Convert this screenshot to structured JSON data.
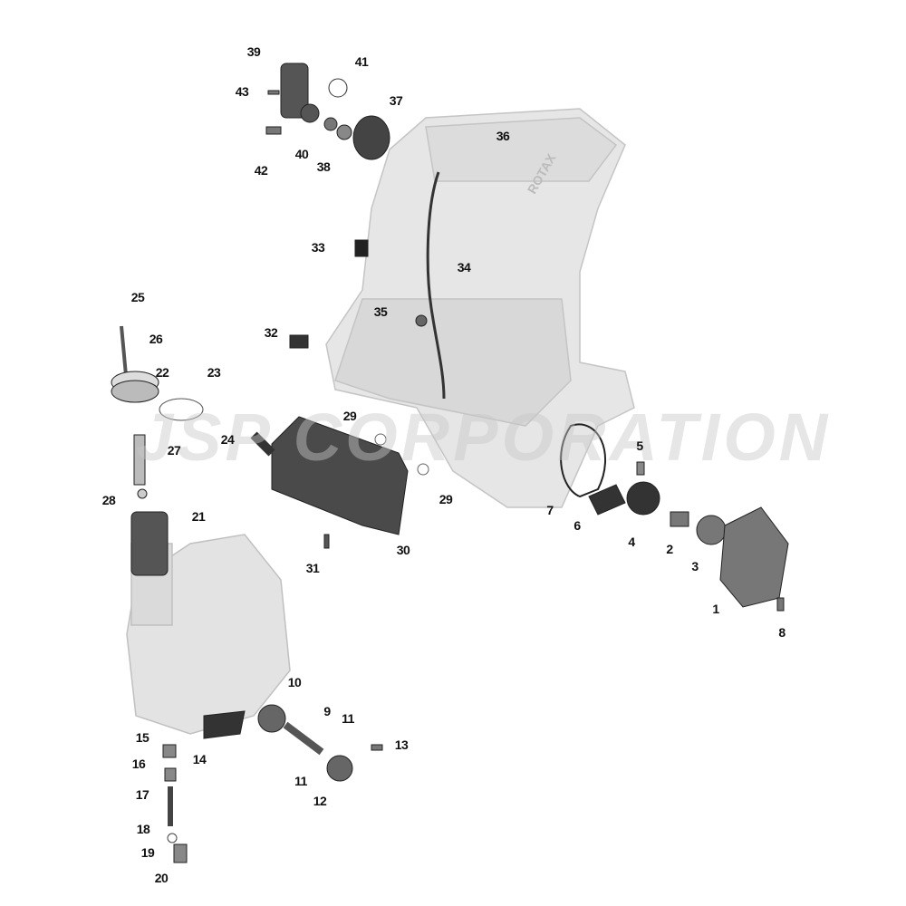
{
  "watermark": "JSP CORPORATION",
  "engine_logo": "ROTAX",
  "callouts": [
    "39",
    "41",
    "43",
    "37",
    "36",
    "40",
    "38",
    "42",
    "33",
    "34",
    "25",
    "35",
    "32",
    "26",
    "22",
    "23",
    "29",
    "24",
    "5",
    "27",
    "29",
    "28",
    "7",
    "6",
    "21",
    "4",
    "2",
    "30",
    "3",
    "31",
    "1",
    "8",
    "10",
    "9",
    "11",
    "15",
    "13",
    "14",
    "16",
    "11",
    "12",
    "17",
    "18",
    "19",
    "20"
  ]
}
